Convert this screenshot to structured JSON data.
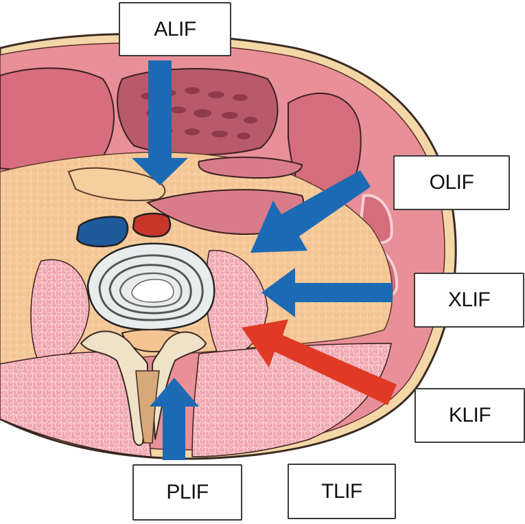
{
  "diagram": {
    "subject": "Axial cross-section of lumbar spine showing interbody fusion approaches",
    "labels": {
      "alif": "ALIF",
      "olif": "OLIF",
      "xlif": "XLIF",
      "klif": "KLIF",
      "plif": "PLIF",
      "tlif": "TLIF"
    },
    "colors": {
      "approach_arrow": "#1d6ab4",
      "highlight_arrow": "#e03a25",
      "skin": "#f2d6a8",
      "muscle": "#e58a93",
      "fat": "#f5c89a",
      "disc": "#e9ecec",
      "vein": "#1f5a9a",
      "artery": "#c8362a"
    }
  }
}
